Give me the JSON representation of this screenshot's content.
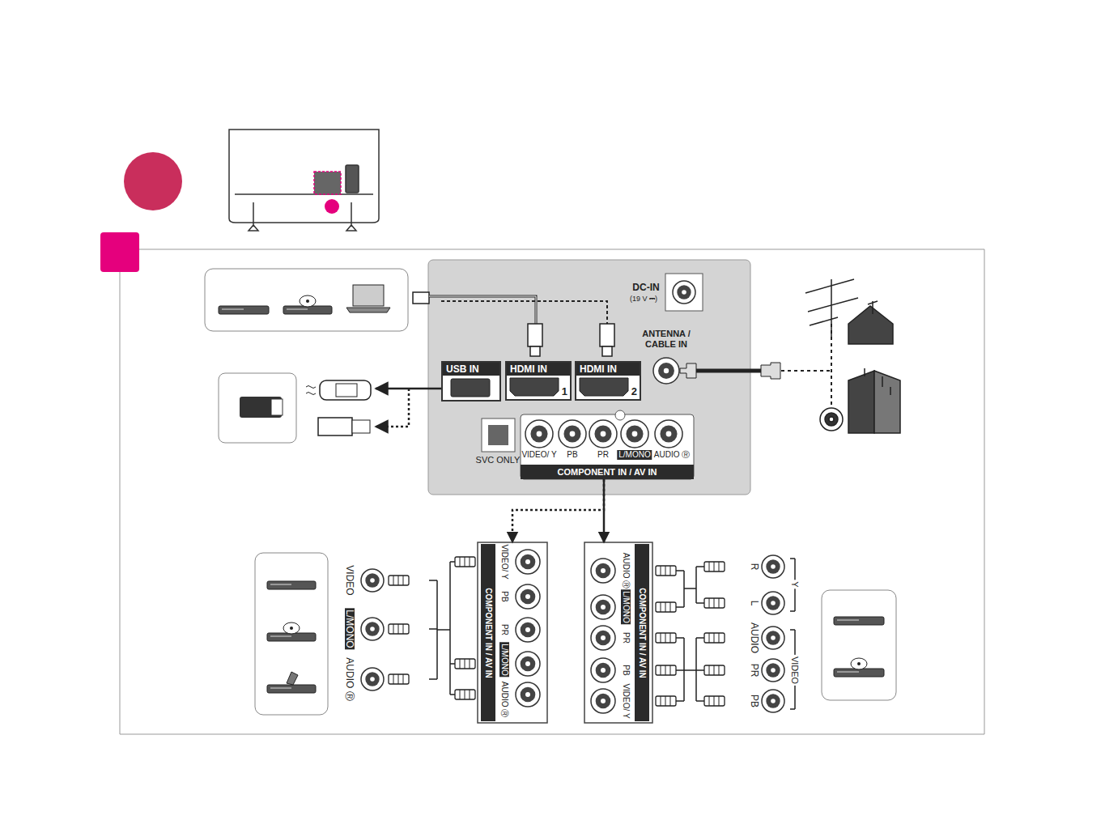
{
  "diagram": {
    "nodes": [
      {
        "text": [
          "USB IN"
        ]
      },
      {
        "text": [
          "HDMI IN",
          "1"
        ]
      },
      {
        "text": [
          "HDMI IN",
          "2"
        ]
      },
      {
        "text": [
          "COMPONENT IN / AV IN"
        ]
      },
      {
        "text": [
          "COMPONENT IN / AV IN"
        ]
      },
      {
        "text": [
          "COMPONENT IN / AV IN"
        ]
      }
    ],
    "edges": [
      {
        "from": 3,
        "to": 4,
        "arrow": "to"
      },
      {
        "from": 3,
        "to": 5,
        "arrow": "to"
      }
    ],
    "labels": [
      "DC-IN",
      "(19 V ⎓)",
      "ANTENNA / CABLE IN",
      "SVC ONLY",
      "VIDEO/ Y",
      "PB",
      "PR",
      "L/MONO",
      "AUDIO Ⓡ",
      "VIDEO/ Y",
      "PB",
      "PR",
      "L/MONO",
      "AUDIO Ⓡ",
      "VIDEO",
      "L/MONO",
      "AUDIO Ⓡ",
      "AUDIO Ⓡ",
      "L/MONO",
      "PR",
      "PB",
      "VIDEO/ Y",
      "R",
      "L",
      "AUDIO",
      "PR",
      "PB",
      "Y",
      "VIDEO"
    ]
  }
}
